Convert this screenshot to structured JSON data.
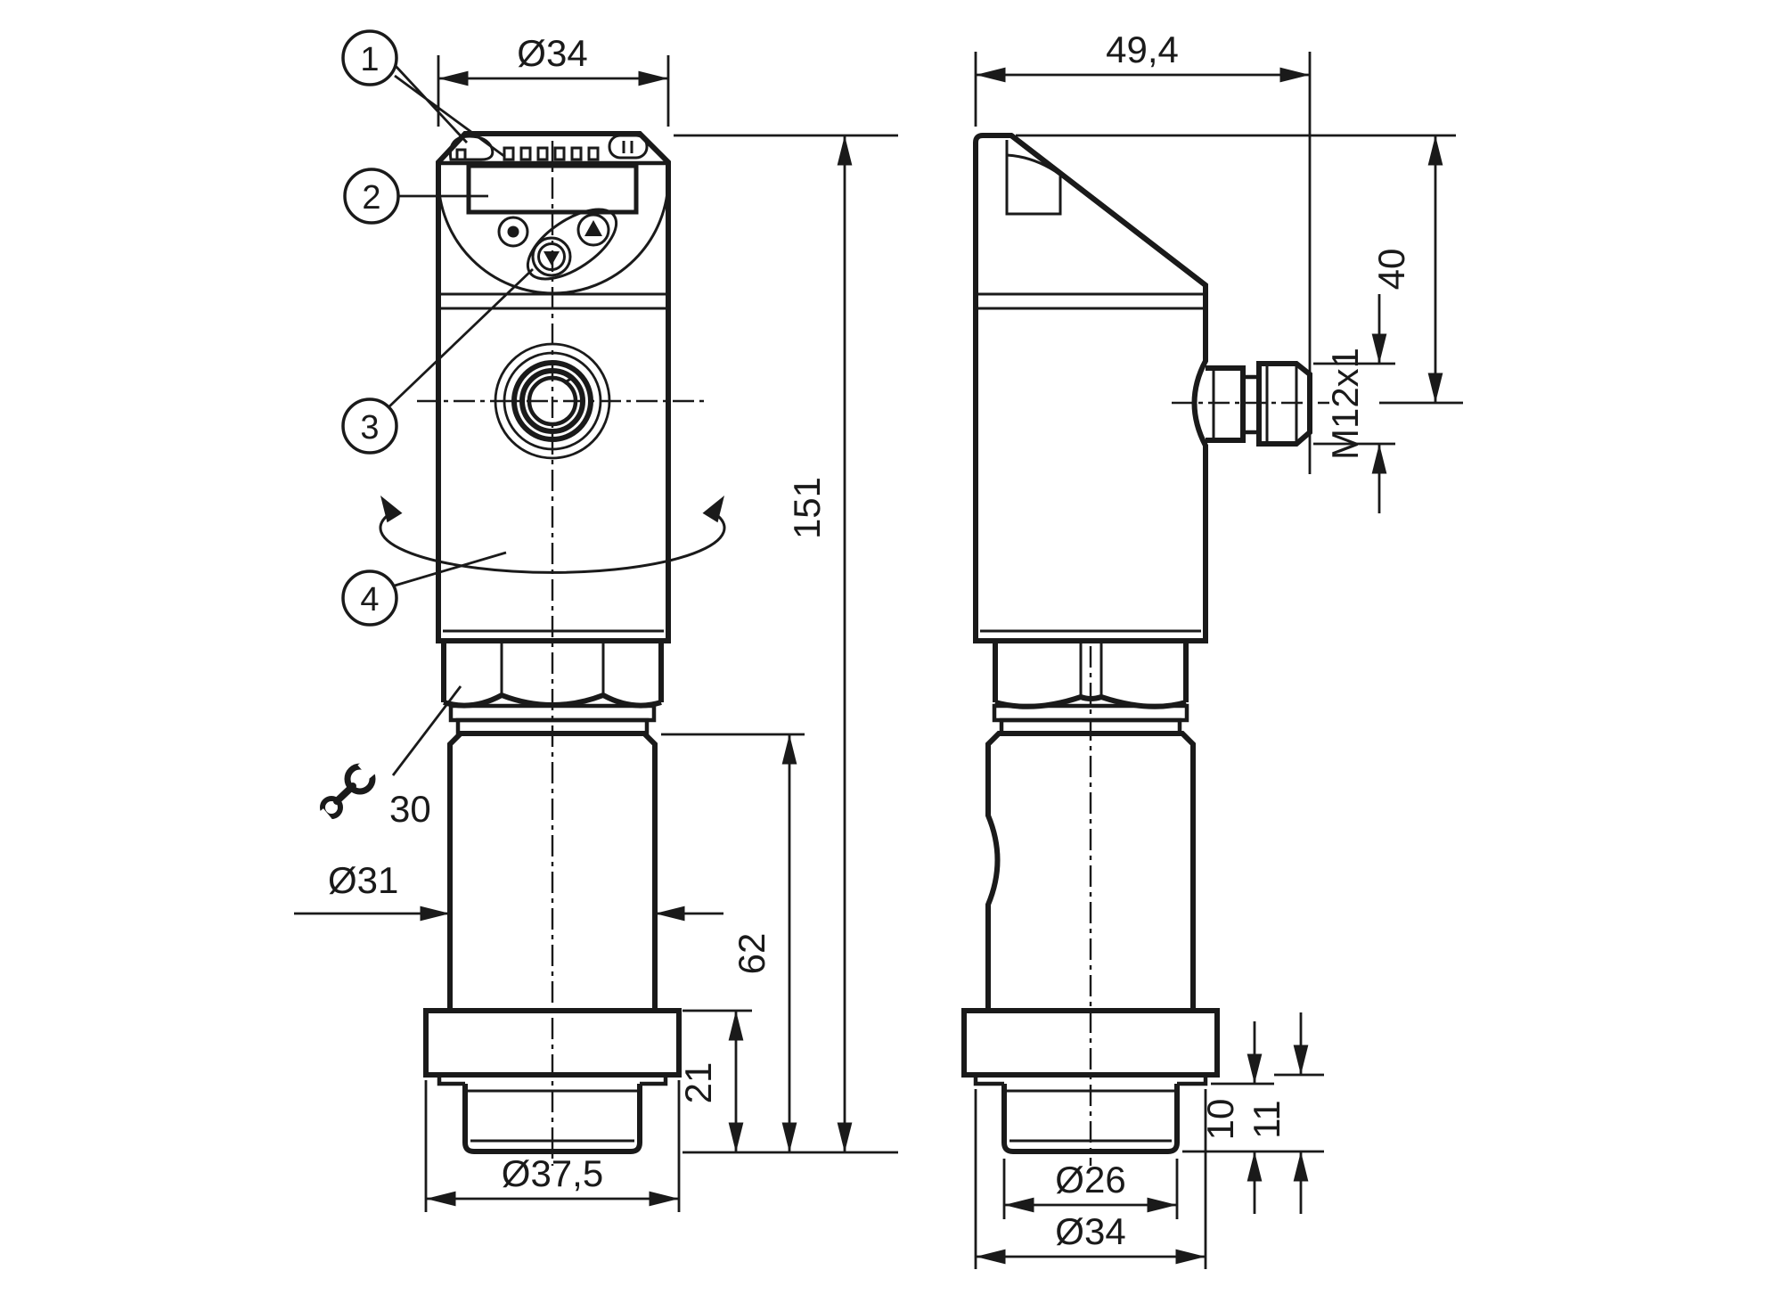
{
  "drawing": {
    "kind": "technical-dimension-drawing",
    "views": [
      "front",
      "side"
    ],
    "line_color": "#1a1a1a",
    "background_color": "#ffffff"
  },
  "front": {
    "callouts": {
      "c1": "1",
      "c2": "2",
      "c3": "3",
      "c4": "4"
    },
    "dims": {
      "head_diameter": "Ø34",
      "total_height": "151",
      "lower_length": "62",
      "flange_height": "21",
      "flange_diameter": "Ø37,5",
      "body_diameter": "Ø31",
      "wrench_size": "30"
    }
  },
  "side": {
    "dims": {
      "depth": "49,4",
      "connector_height": "40",
      "thread": "M12x1",
      "plug_diameter": "Ø26",
      "step_diameter": "Ø34",
      "step_inner": "10",
      "step_outer": "11"
    }
  }
}
